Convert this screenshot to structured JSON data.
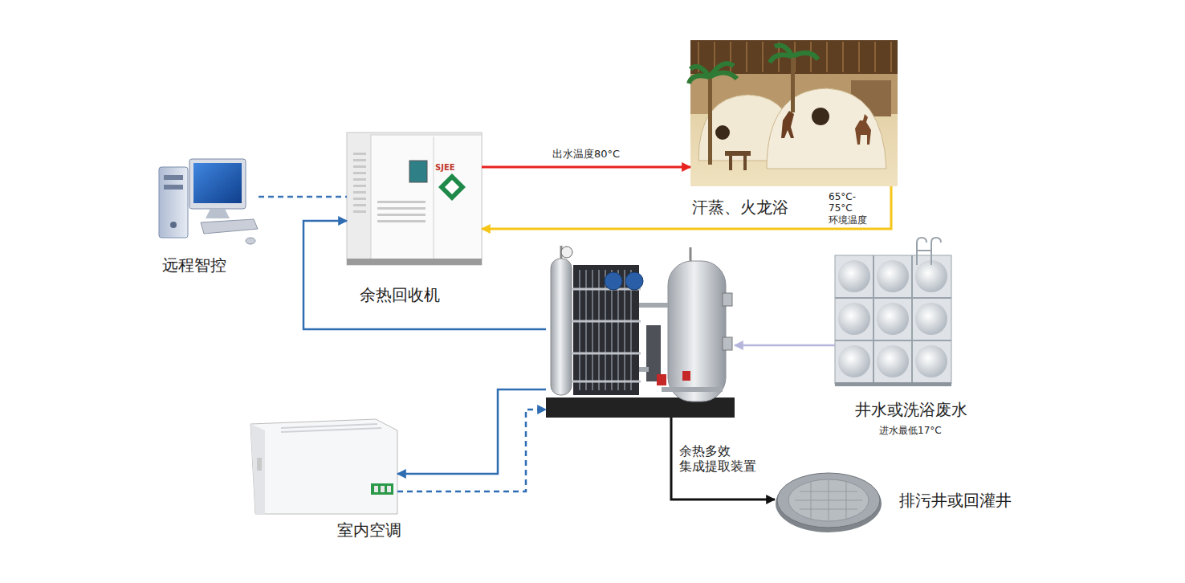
{
  "diagram": {
    "nodes": [
      {
        "text": [
          "远程智控"
        ]
      },
      {
        "text": [
          "余热回收机"
        ]
      },
      {
        "text": [
          "汗蒸、火龙浴",
          "65°C-75°C 环境温度"
        ]
      },
      {
        "text": [
          "余热多效 集成提取装置"
        ]
      },
      {
        "text": [
          "井水或洗浴废水",
          "进水最低17°C"
        ]
      },
      {
        "text": [
          "室内空调"
        ]
      },
      {
        "text": [
          "排污井或回灌井"
        ]
      }
    ],
    "edges": [
      {
        "from": 0,
        "to": 1,
        "arrow": "none"
      },
      {
        "from": 1,
        "to": 2,
        "label": "出水温度80°C",
        "arrow": "to"
      },
      {
        "from": 2,
        "to": 1,
        "arrow": "to"
      },
      {
        "from": 3,
        "to": 1,
        "arrow": "to"
      },
      {
        "from": 4,
        "to": 3,
        "arrow": "to"
      },
      {
        "from": 3,
        "to": 5,
        "arrow": "to"
      },
      {
        "from": 5,
        "to": 3,
        "arrow": "to"
      },
      {
        "from": 3,
        "to": 6,
        "arrow": "to"
      }
    ],
    "labels": [
      "SJEE"
    ]
  }
}
